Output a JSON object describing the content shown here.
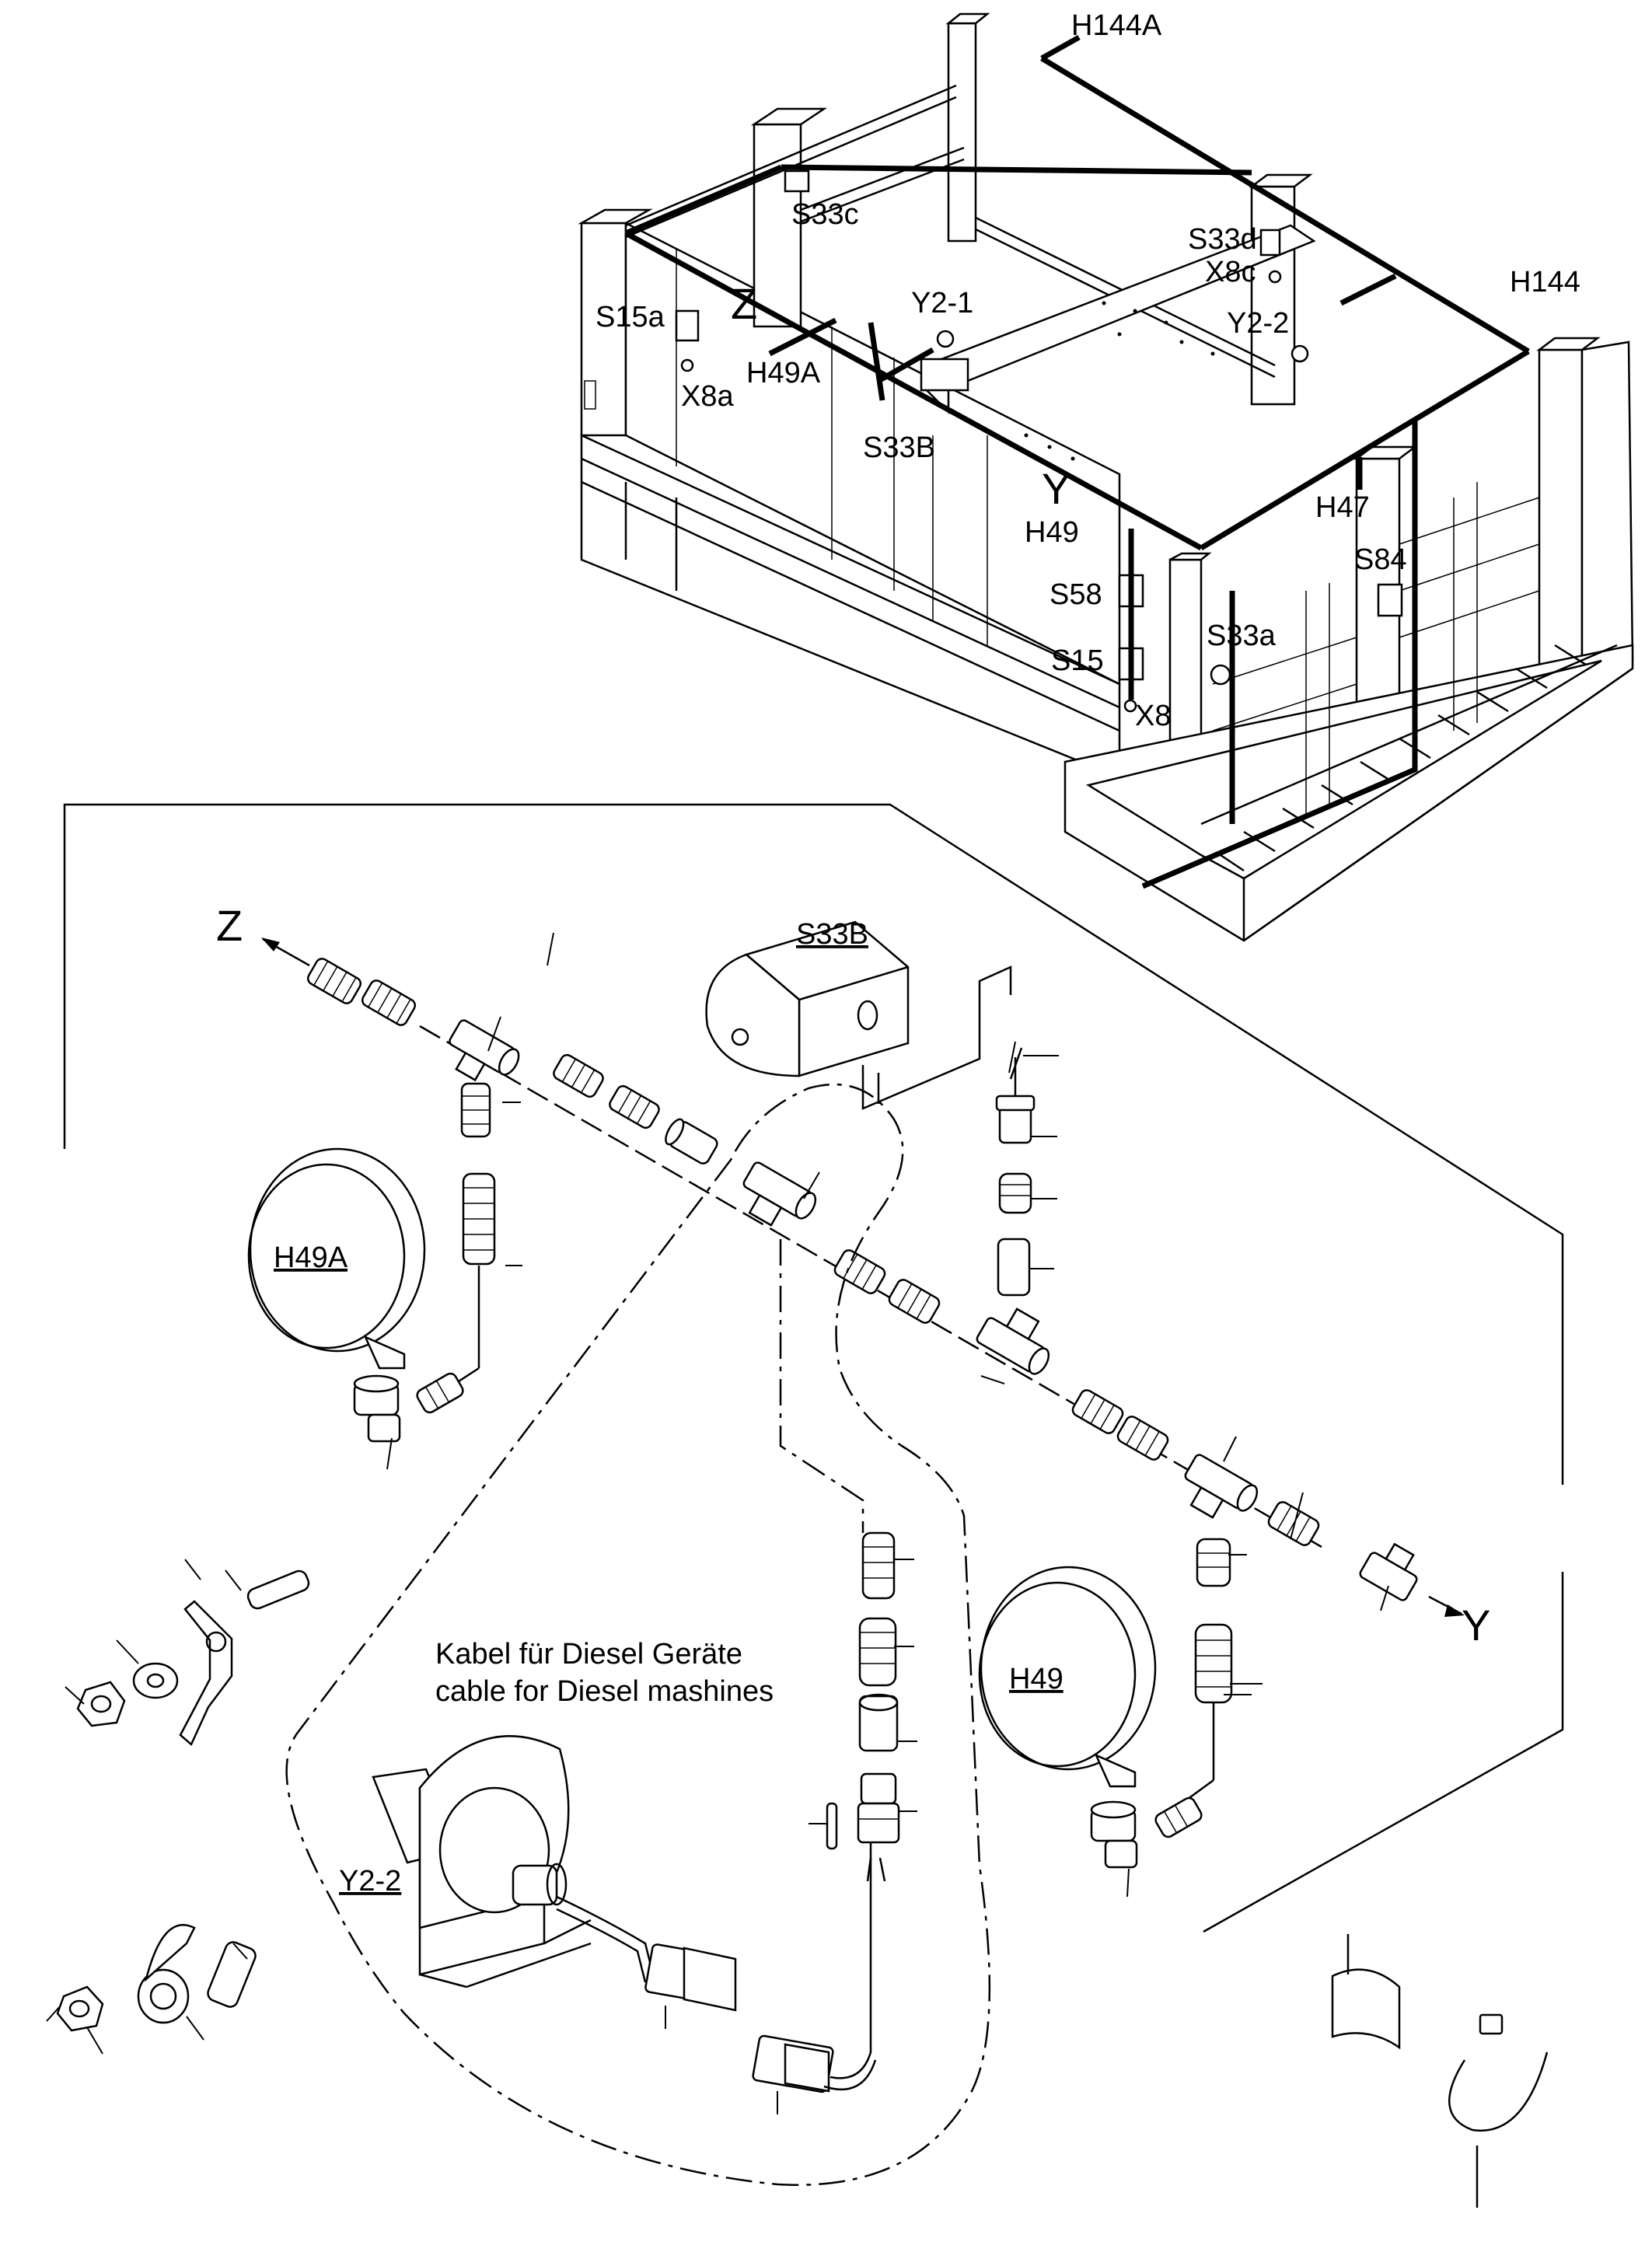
{
  "overview": {
    "labels": {
      "h144a": "H144A",
      "h144": "H144",
      "s33c": "S33c",
      "s33d": "S33d",
      "x8c": "X8c",
      "s15a": "S15a",
      "z": "Z",
      "y2_1": "Y2-1",
      "y2_2": "Y2-2",
      "x8a": "X8a",
      "h49a": "H49A",
      "s33b": "S33B",
      "y": "Y",
      "h47": "H47",
      "h49": "H49",
      "s84": "S84",
      "s58": "S58",
      "s33a": "S33a",
      "s15": "S15",
      "x8": "X8"
    }
  },
  "detail": {
    "direction_z": "Z",
    "direction_y": "Y",
    "switch_s33b": "S33B",
    "lamp_h49a": "H49A",
    "lamp_h49": "H49",
    "valve_y2_2": "Y2-2",
    "note_de": "Kabel für Diesel Geräte",
    "note_en": "cable for Diesel mashines"
  }
}
